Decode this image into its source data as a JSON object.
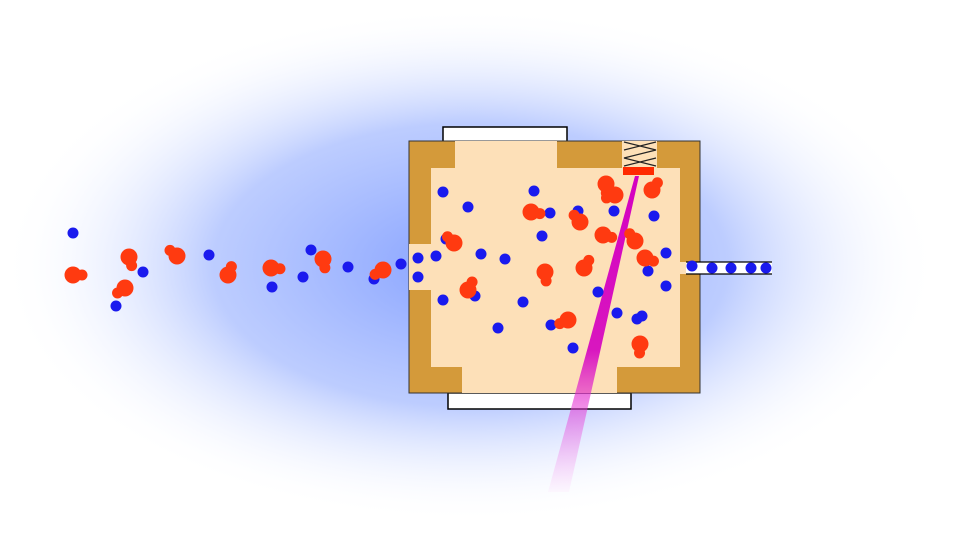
{
  "diagram": {
    "colors": {
      "background": "#ffffff",
      "glow": "#9db4ff",
      "chamber_wall": "#d49a3a",
      "chamber_interior": "#fde0b8",
      "window": "#ffffff",
      "molecule": "#ff3a10",
      "atom": "#1a1aee",
      "laser": "#d400c0",
      "spring": "#222222",
      "target": "#ff2a00"
    },
    "elements": [
      "incoming-molecular-beam",
      "reaction-chamber",
      "top-window",
      "bottom-window",
      "spring-mounted-target",
      "laser-beam",
      "outlet-capillary"
    ]
  }
}
